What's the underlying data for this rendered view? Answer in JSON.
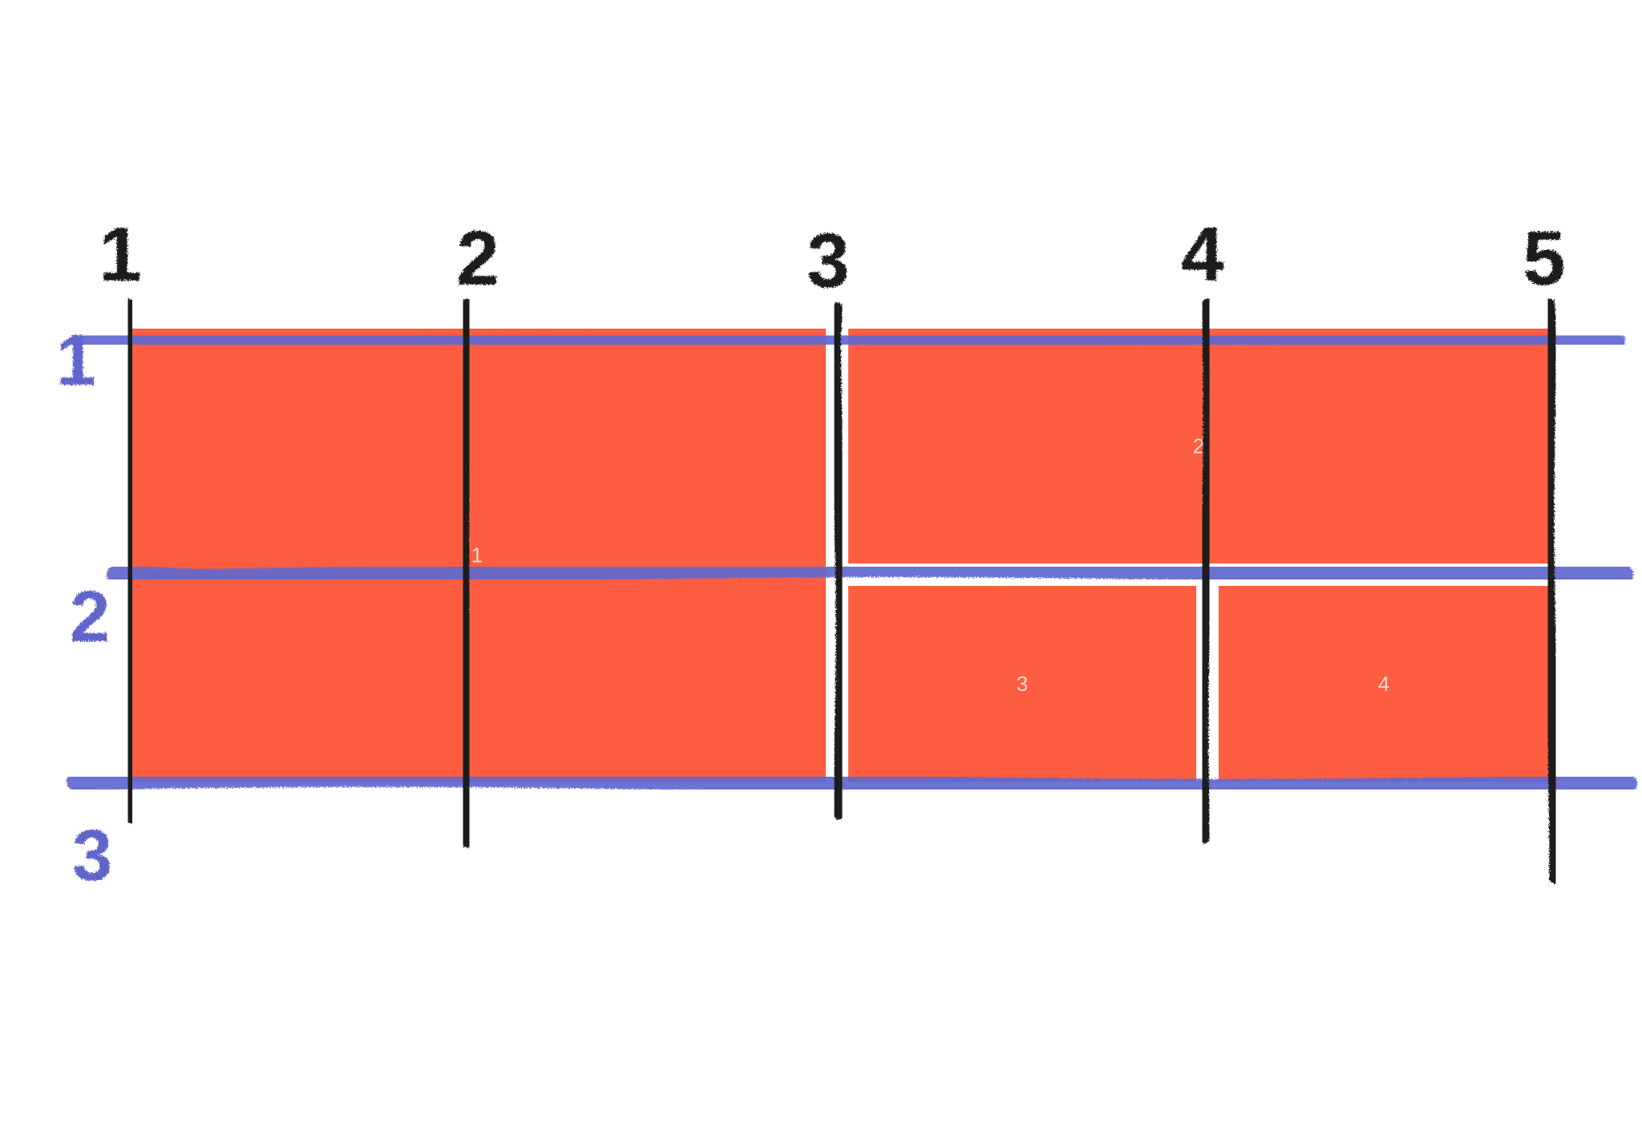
{
  "colors": {
    "cell_fill": "#fd5d40",
    "column_line": "#1c1c1c",
    "row_line": "#6167cf",
    "background": "#ffffff"
  },
  "column_line_labels": [
    "1",
    "2",
    "3",
    "4",
    "5"
  ],
  "row_line_labels": [
    "1",
    "2",
    "3"
  ],
  "grid_items": [
    {
      "label": "1",
      "col_start": 1,
      "col_end": 3,
      "row_start": 1,
      "row_end": 3
    },
    {
      "label": "2",
      "col_start": 3,
      "col_end": 5,
      "row_start": 1,
      "row_end": 2
    },
    {
      "label": "3",
      "col_start": 3,
      "col_end": 4,
      "row_start": 2,
      "row_end": 3
    },
    {
      "label": "4",
      "col_start": 4,
      "col_end": 5,
      "row_start": 2,
      "row_end": 3
    }
  ]
}
